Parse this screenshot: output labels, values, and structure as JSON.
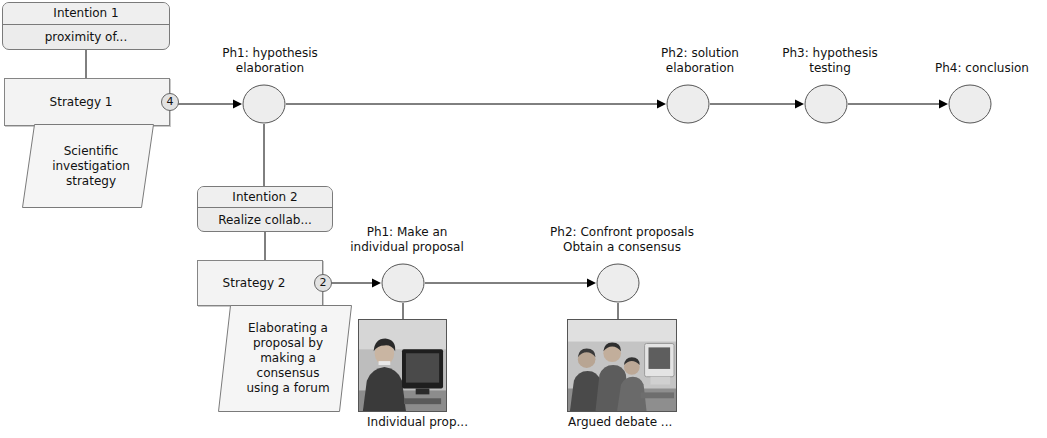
{
  "diagram": {
    "nodes": [
      {
        "text": [
          "Intention 1",
          "proximity of..."
        ]
      },
      {
        "text": [
          "Strategy 1"
        ]
      },
      {
        "text": [
          "Scientific investigation strategy"
        ]
      },
      {
        "text": [
          "Ph1: hypothesis elaboration"
        ]
      },
      {
        "text": [
          "Ph2: solution elaboration"
        ]
      },
      {
        "text": [
          "Ph3: hypothesis testing"
        ]
      },
      {
        "text": [
          "Ph4: conclusion"
        ]
      },
      {
        "text": [
          "Intention 2",
          "Realize collab..."
        ]
      },
      {
        "text": [
          "Strategy 2"
        ]
      },
      {
        "text": [
          "Elaborating a proposal by making a consensus using a forum"
        ]
      },
      {
        "text": [
          "Ph1: Make an individual proposal"
        ]
      },
      {
        "text": [
          "Ph2: Confront proposals Obtain a consensus"
        ]
      },
      {
        "text": [
          "Individual prop..."
        ]
      },
      {
        "text": [
          "Argued debate ..."
        ]
      }
    ],
    "edges": [
      {
        "from": 0,
        "to": 1,
        "arrow": "none"
      },
      {
        "from": 1,
        "to": 3,
        "arrow": "to"
      },
      {
        "from": 3,
        "to": 4,
        "arrow": "to"
      },
      {
        "from": 4,
        "to": 5,
        "arrow": "to"
      },
      {
        "from": 5,
        "to": 6,
        "arrow": "to"
      },
      {
        "from": 3,
        "to": 7,
        "arrow": "none"
      },
      {
        "from": 7,
        "to": 8,
        "arrow": "none"
      },
      {
        "from": 8,
        "to": 10,
        "arrow": "to"
      },
      {
        "from": 10,
        "to": 11,
        "arrow": "to"
      },
      {
        "from": 10,
        "to": 12,
        "arrow": "none"
      },
      {
        "from": 11,
        "to": 13,
        "arrow": "none"
      }
    ],
    "labels": [
      "4",
      "2"
    ]
  }
}
